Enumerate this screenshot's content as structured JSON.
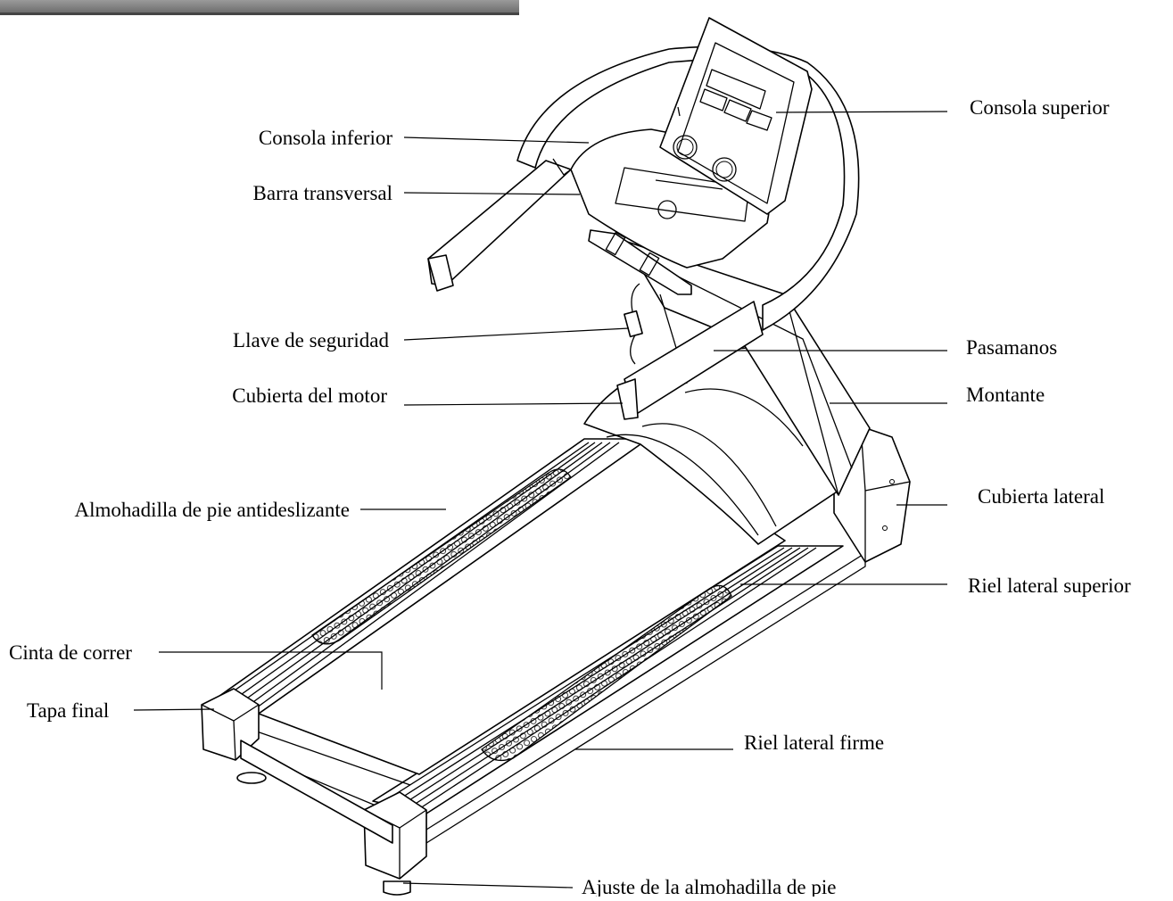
{
  "diagram": {
    "labels": {
      "consola_inferior": "Consola inferior",
      "barra_transversal": "Barra transversal",
      "llave_seguridad": "Llave de seguridad",
      "cubierta_motor": "Cubierta del motor",
      "almohadilla_antideslizante": "Almohadilla de pie antideslizante",
      "cinta_correr": "Cinta de correr",
      "tapa_final": "Tapa final",
      "consola_superior": "Consola superior",
      "pasamanos": "Pasamanos",
      "montante": "Montante",
      "cubierta_lateral": "Cubierta lateral",
      "riel_lateral_superior": "Riel lateral superior",
      "riel_lateral_firme": "Riel lateral firme",
      "ajuste_almohadilla": "Ajuste de la almohadilla de pie"
    },
    "line_color": "#000000",
    "background": "#ffffff"
  }
}
